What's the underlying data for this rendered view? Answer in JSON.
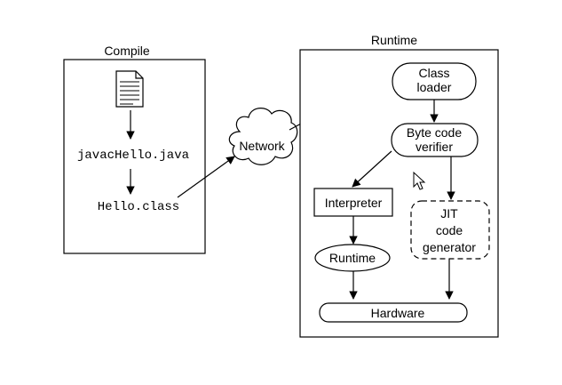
{
  "diagram": {
    "compile": {
      "title": "Compile",
      "command": "javacHello.java",
      "output": "Hello.class"
    },
    "network": {
      "label": "Network"
    },
    "runtime": {
      "title": "Runtime",
      "class_loader": [
        "Class",
        "loader"
      ],
      "verifier": [
        "Byte code",
        "verifier"
      ],
      "interpreter": "Interpreter",
      "runtime_node": "Runtime",
      "jit": [
        "JIT",
        "code",
        "generator"
      ],
      "hardware": "Hardware"
    }
  },
  "icons": {
    "source_file": "document-icon",
    "cursor": "mouse-pointer-icon"
  }
}
